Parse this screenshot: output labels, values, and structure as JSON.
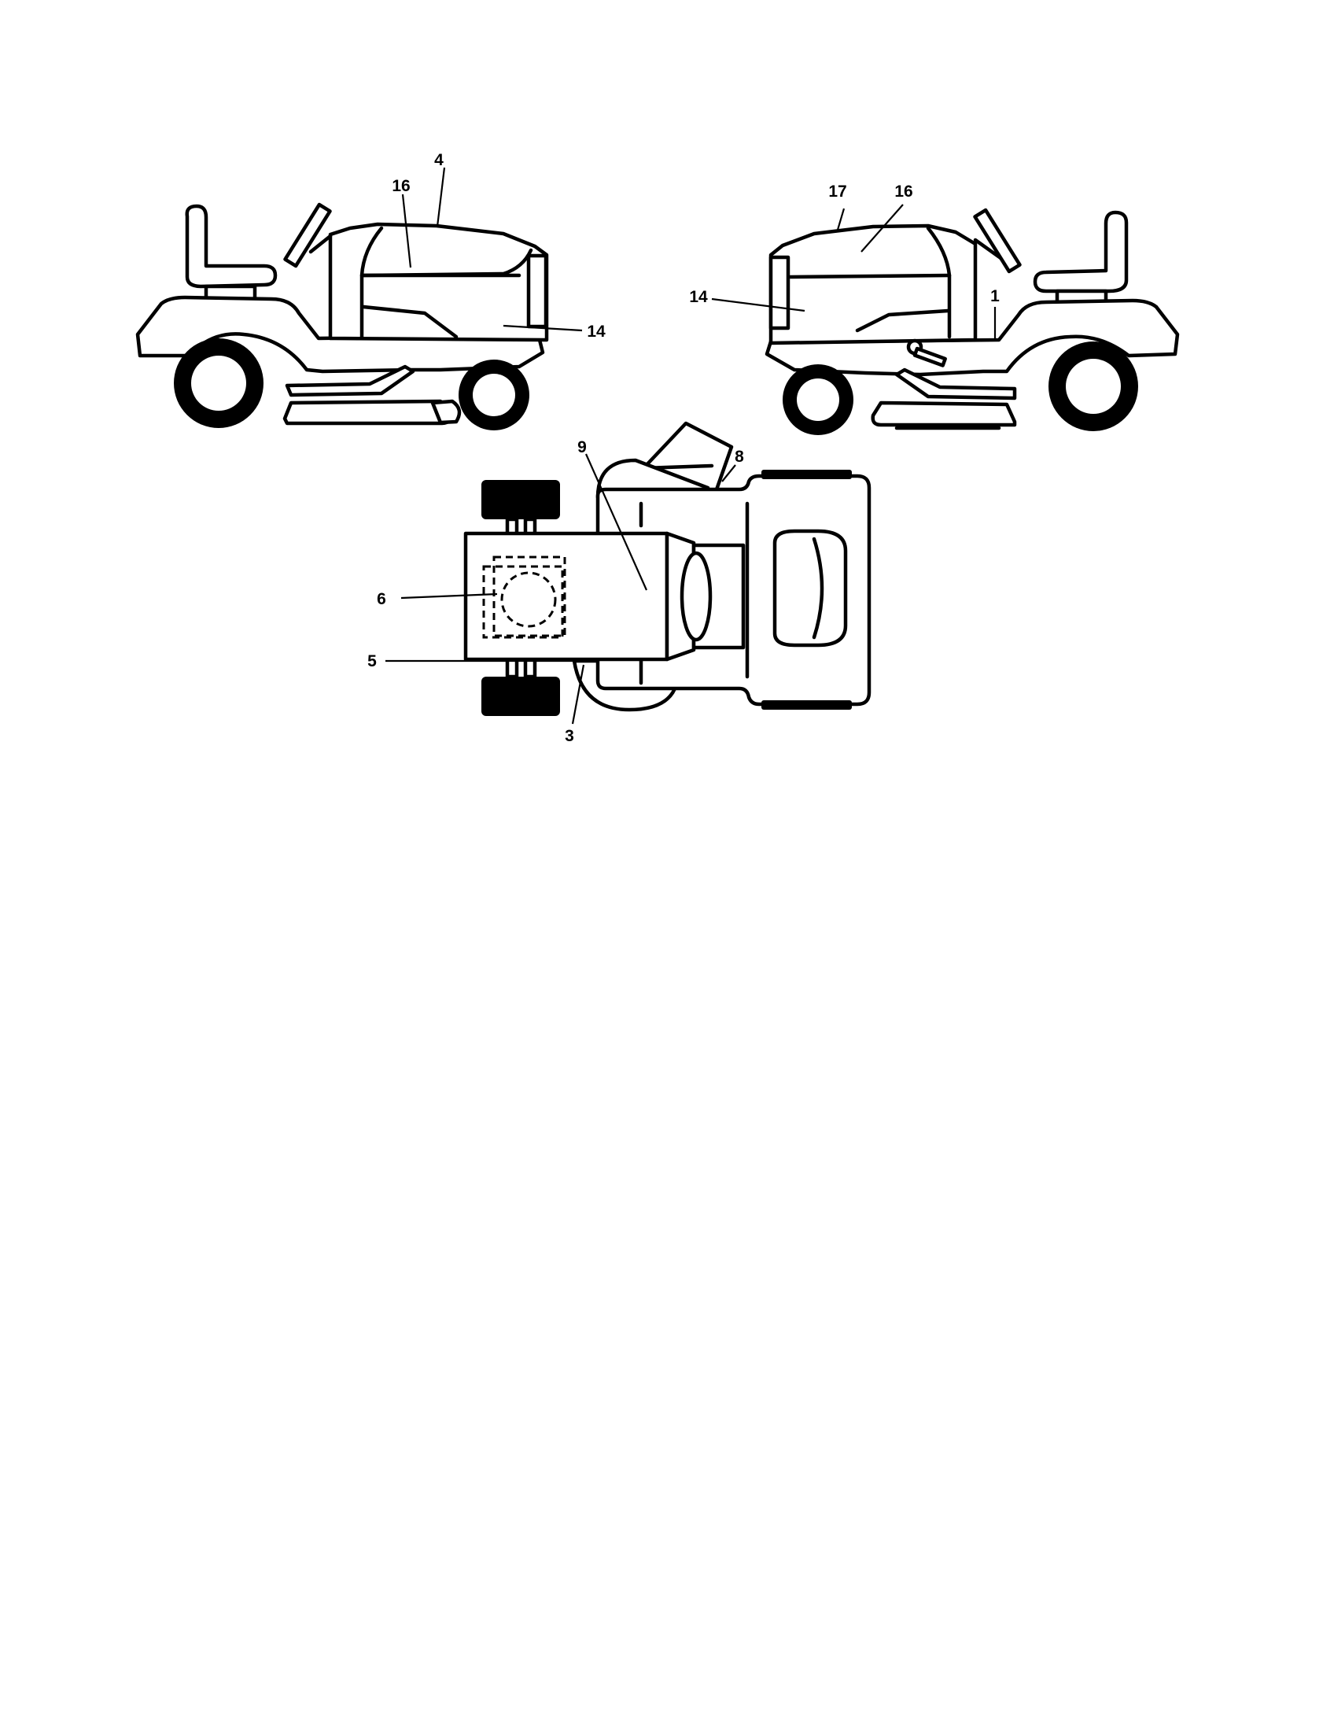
{
  "callouts": {
    "left_tractor": {
      "c4": "4",
      "c16": "16",
      "c14": "14"
    },
    "right_tractor": {
      "c17": "17",
      "c16": "16",
      "c14": "14",
      "c1": "1"
    },
    "top_view": {
      "c9": "9",
      "c8": "8",
      "c6": "6",
      "c5": "5",
      "c3": "3"
    }
  }
}
